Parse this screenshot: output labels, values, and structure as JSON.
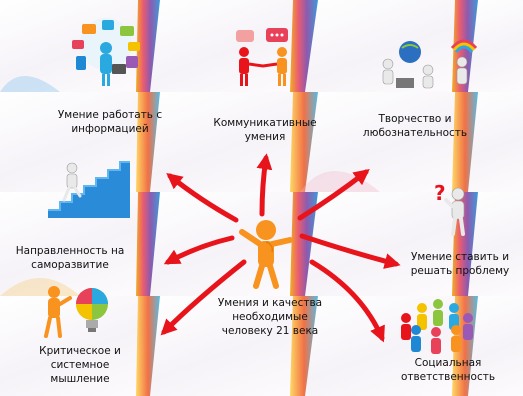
{
  "center": {
    "label": "Умения и качества\nнеобходимые\nчеловеку 21 века"
  },
  "skills": [
    {
      "label": "Умение работать с\nинформацией",
      "icon": "devices-person-icon"
    },
    {
      "label": "Коммуникативные\nумения",
      "icon": "chatting-people-icon"
    },
    {
      "label": "Творчество и\nлюбознательность",
      "icon": "creativity-people-icon"
    },
    {
      "label": "Направленность на\nсаморазвитие",
      "icon": "stairs-climber-icon"
    },
    {
      "label": "Умение ставить и\nрешать проблему",
      "icon": "question-person-icon"
    },
    {
      "label": "Критическое и\nсистемное\nмышление",
      "icon": "lightbulb-puzzle-icon"
    },
    {
      "label": "Социальная\nответственность",
      "icon": "people-circle-icon"
    }
  ],
  "colors": {
    "arrow": "#e8141b",
    "figure_orange": "#f7931e",
    "white_figure": "#e9e9e9"
  }
}
